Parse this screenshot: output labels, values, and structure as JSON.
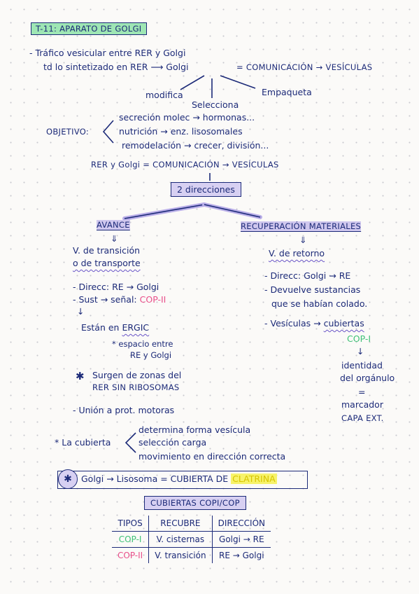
{
  "title": "T-11: APARATO DE GOLGI",
  "intro": {
    "line1": "- Tráfico vesicular entre RER y Golgi",
    "line2": "td lo sintetizado en RER ⟶ Golgi",
    "line2b": "= COMUNICACIÓN → VESÍCULAS"
  },
  "golgi_actions": {
    "modifica": "modifica",
    "selecciona": "Selecciona",
    "empaqueta": "Empaqueta"
  },
  "objetivo": {
    "label": "OBJETIVO:",
    "items": [
      "secreción molec → hormonas...",
      "nutrición → enz. lisosomales",
      "remodelación → crecer, división..."
    ]
  },
  "rer_golgi": "RER y Golgi = COMUNICACIÓN → VESÍCULAS",
  "direcciones": "2 direcciones",
  "avance": {
    "heading": "AVANCE",
    "arrow": "⇓",
    "vesicula_line1": "V. de transición",
    "vesicula_line2": "o de transporte",
    "direcc": "- Direcc: RE → Golgi",
    "sust_prefix": "- Sust → señal:",
    "sust_signal": "COP-II",
    "down_arrow": "↓",
    "estan_prefix": "Están en",
    "estan_word": "ERGIC",
    "espacio_line1": "* espacio entre",
    "espacio_line2": "RE y Golgi",
    "surgen_symbol": "✱",
    "surgen_line1": "Surgen de zonas del",
    "surgen_line2": "RER SIN RIBOSOMAS",
    "union": "- Unión a prot. motoras"
  },
  "recuperacion": {
    "heading": "RECUPERACIÓN MATERIALES",
    "arrow": "⇓",
    "vesicula": "V. de retorno",
    "direcc": "- Direcc: Golgi → RE",
    "devuelve_line1": "- Devuelve sustancias",
    "devuelve_line2": "que se habían colado.",
    "vesiculas_prefix": "- Vesículas →",
    "vesiculas_word": "cubiertas",
    "cop": "COP-I",
    "down_arrow": "↓",
    "identidad_line1": "identidad",
    "identidad_line2": "del orgánulo",
    "equals": "=",
    "marcador_line1": "marcador",
    "marcador_line2": "CAPA EXT."
  },
  "cubierta": {
    "label": "* La cubierta",
    "items": [
      "determina forma vesícula",
      "selección carga",
      "movimiento en dirección correcta"
    ]
  },
  "clatrina": {
    "symbol": "✱",
    "text": "Golgi → Lisosoma = CUBIERTA DE",
    "word": "CLATRINA"
  },
  "table": {
    "title": "CUBIERTAS COPI/COP",
    "headers": [
      "TIPOS",
      "RECUBRE",
      "DIRECCIÓN"
    ],
    "rows": [
      [
        "COP-I",
        "V. cisternas",
        "Golgi → RE"
      ],
      [
        "COP-II",
        "V. transición",
        "RE → Golgi"
      ]
    ]
  }
}
